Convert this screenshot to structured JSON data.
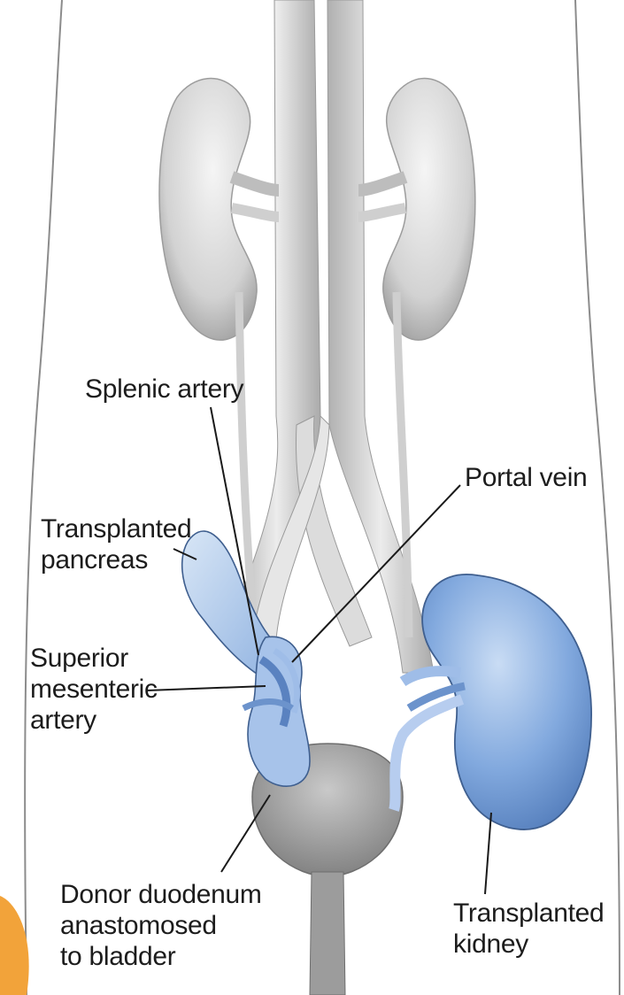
{
  "labels": {
    "splenic_artery": "Splenic artery",
    "portal_vein": "Portal vein",
    "transplanted_pancreas": [
      "Transplanted",
      "pancreas"
    ],
    "superior_mesenteric_artery": [
      "Superior",
      "mesenteric",
      "artery"
    ],
    "donor_duodenum": [
      "Donor duodenum",
      "anastomosed",
      "to bladder"
    ],
    "transplanted_kidney": [
      "Transplanted",
      "kidney"
    ]
  },
  "colors": {
    "native_organs": "#d9d9d9",
    "transplant_blue": "#7fa6dc",
    "bladder": "#a6a6a6",
    "leader_line": "#1a1a1a",
    "corner_accent": "#f2a33a"
  }
}
